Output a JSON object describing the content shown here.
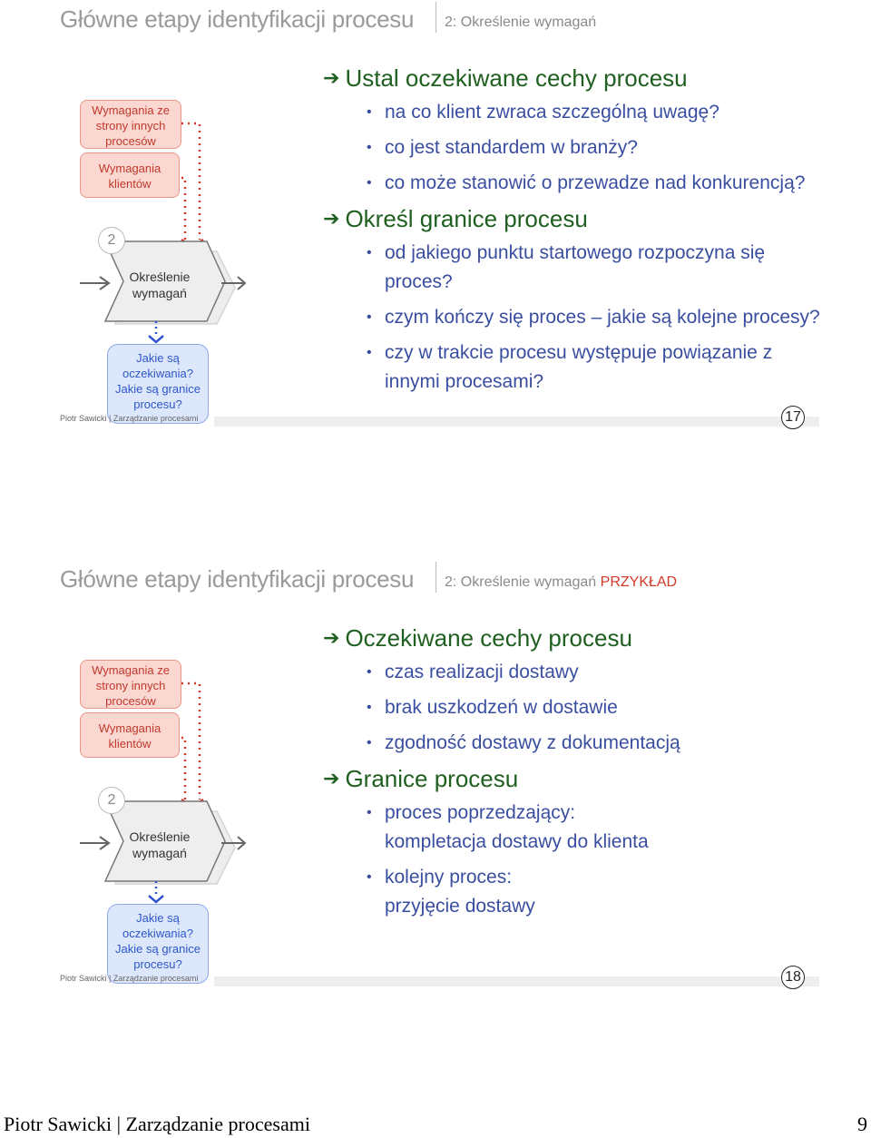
{
  "slides": [
    {
      "title": "Główne etapy identyfikacji procesu",
      "subtitle": "2: Określenie wymagań",
      "subtitle_accent": "",
      "diagram": {
        "box1": "Wymagania ze strony innych procesów",
        "box2": "Wymagania klientów",
        "step": "2",
        "hex": "Określenie wymagań",
        "box3": "Jakie są oczekiwania? Jakie są granice procesu?"
      },
      "sections": [
        {
          "heading": "Ustal oczekiwane cechy procesu",
          "bullets": [
            "na co klient zwraca szczególną uwagę?",
            "co jest standardem w branży?",
            "co może stanowić o przewadze nad konkurencją?"
          ]
        },
        {
          "heading": "Określ granice procesu",
          "bullets": [
            "od jakiego punktu startowego rozpoczyna się proces?",
            "czym kończy się proces – jakie są kolejne procesy?",
            "czy w trakcie procesu występuje powiązanie z innymi procesami?"
          ]
        }
      ],
      "footer": "Piotr Sawicki | Zarządzanie procesami",
      "number": "17"
    },
    {
      "title": "Główne etapy identyfikacji procesu",
      "subtitle": "2: Określenie wymagań",
      "subtitle_accent": "PRZYKŁAD",
      "diagram": {
        "box1": "Wymagania ze strony innych procesów",
        "box2": "Wymagania klientów",
        "step": "2",
        "hex": "Określenie wymagań",
        "box3": "Jakie są oczekiwania? Jakie są granice procesu?"
      },
      "sections": [
        {
          "heading": "Oczekiwane cechy procesu",
          "bullets": [
            "czas realizacji dostawy",
            "brak uszkodzeń w dostawie",
            "zgodność dostawy z dokumentacją"
          ]
        },
        {
          "heading": "Granice procesu",
          "bullets": [
            "proces poprzedzający: kompletacja dostawy do klienta",
            "kolejny proces: przyjęcie dostawy"
          ]
        }
      ],
      "footer": "Piotr Sawicki | Zarządzanie procesami",
      "number": "18"
    }
  ],
  "page_footer": {
    "left": "Piotr Sawicki | Zarządzanie procesami",
    "right": "9"
  },
  "colors": {
    "heading": "#1f5f1f",
    "bullet": "#3a4ea0",
    "accent": "#d23a2a"
  }
}
